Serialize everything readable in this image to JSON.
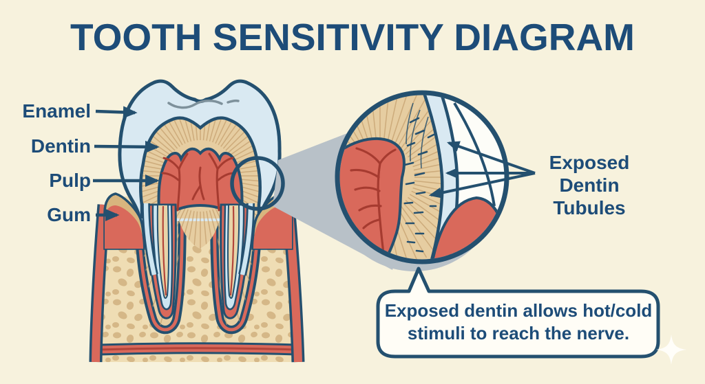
{
  "title": "TOOTH SENSITIVITY DIAGRAM",
  "anatomy_labels": [
    {
      "text": "Enamel"
    },
    {
      "text": "Dentin"
    },
    {
      "text": "Pulp"
    },
    {
      "text": "Gum"
    }
  ],
  "magnifier_label": {
    "line1": "Exposed",
    "line2": "Dentin",
    "line3": "Tubules"
  },
  "callout": {
    "line1": "Exposed dentin allows hot/cold",
    "line2": "stimuli to reach the nerve."
  },
  "colors": {
    "background": "#f7f2dd",
    "text": "#1d4c78",
    "outline_ink": "#24506f",
    "enamel_blue": "#d9e9f2",
    "dentin_tan": "#e6cda1",
    "pulp_red": "#d9695b",
    "vessel_dark_red": "#a63b30",
    "bone_tan": "#efddb4",
    "bone_speckle": "#d5b787",
    "gum_cap_tan": "#d8b57e",
    "shadow_gray": "#b8c1c8",
    "bubble_fill": "#fffdf6"
  }
}
